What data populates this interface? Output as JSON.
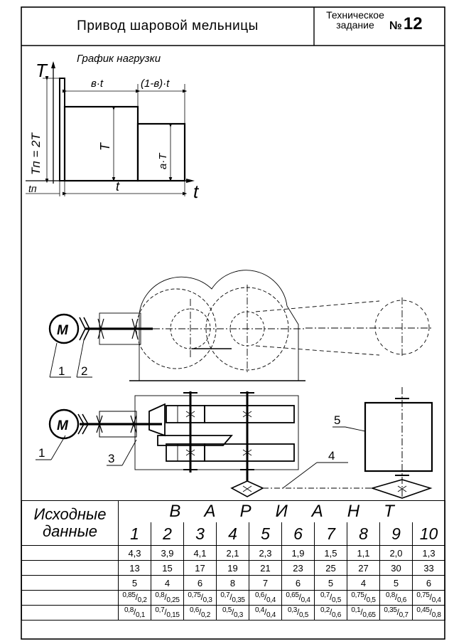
{
  "header": {
    "title": "Привод шаровой мельницы",
    "task_line1": "Техническое",
    "task_line2": "задание",
    "number_sign": "№",
    "number": "12"
  },
  "load_chart": {
    "title": "График нагрузки",
    "y_axis": "T",
    "x_axis": "t",
    "peak_label": "Tп = 2T",
    "start_label": "tп",
    "segment1_width": "в·t",
    "segment2_width": "(1-в)·t",
    "level1": "T",
    "level2": "a·T",
    "span": "t"
  },
  "schematic_labels": {
    "motor": "M",
    "p1": "1",
    "p2": "2",
    "p3": "3",
    "p4": "4",
    "p5": "5",
    "p1b": "1"
  },
  "table": {
    "left_header_1": "Исходные",
    "left_header_2": "данные",
    "variants_header": "ВАРИАНТ",
    "variants": [
      "1",
      "2",
      "3",
      "4",
      "5",
      "6",
      "7",
      "8",
      "9",
      "10"
    ],
    "rows": [
      [
        "4,3",
        "3,9",
        "4,1",
        "2,1",
        "2,3",
        "1,9",
        "1,5",
        "1,1",
        "2,0",
        "1,3"
      ],
      [
        "13",
        "15",
        "17",
        "19",
        "21",
        "23",
        "25",
        "27",
        "30",
        "33"
      ],
      [
        "5",
        "4",
        "6",
        "8",
        "7",
        "6",
        "5",
        "4",
        "5",
        "6"
      ]
    ],
    "fraction_rows": [
      [
        [
          "0,85",
          "0,2"
        ],
        [
          "0,8",
          "0,25"
        ],
        [
          "0,75",
          "0,3"
        ],
        [
          "0,7",
          "0,35"
        ],
        [
          "0,6",
          "0,4"
        ],
        [
          "0,65",
          "0,4"
        ],
        [
          "0,7",
          "0,5"
        ],
        [
          "0,75",
          "0,5"
        ],
        [
          "0,8",
          "0,6"
        ],
        [
          "0,75",
          "0,4"
        ]
      ],
      [
        [
          "0,8",
          "0,1"
        ],
        [
          "0,7",
          "0,15"
        ],
        [
          "0,6",
          "0,2"
        ],
        [
          "0,5",
          "0,3"
        ],
        [
          "0,4",
          "0,4"
        ],
        [
          "0,3",
          "0,5"
        ],
        [
          "0,2",
          "0,6"
        ],
        [
          "0,1",
          "0,65"
        ],
        [
          "0,35",
          "0,7"
        ],
        [
          "0,45",
          "0,8"
        ]
      ]
    ]
  }
}
